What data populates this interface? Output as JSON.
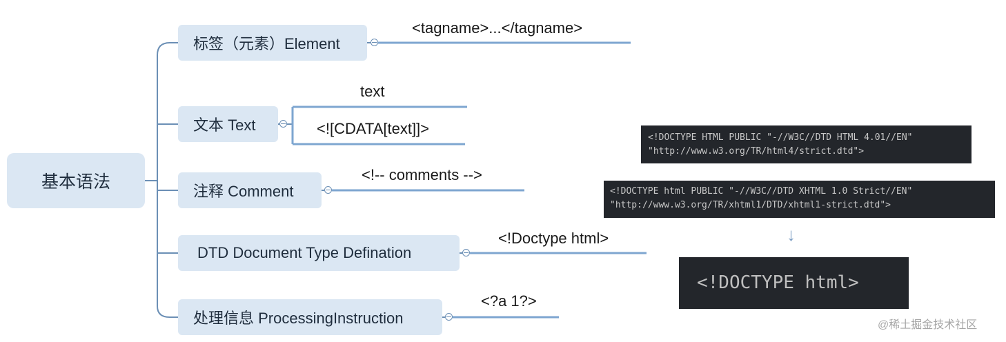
{
  "root": {
    "label": "基本语法"
  },
  "branches": {
    "element": {
      "label": "标签（元素）Element",
      "leaves": [
        "<tagname>...</tagname>"
      ]
    },
    "text": {
      "label": "文本 Text",
      "leaves": [
        "text",
        "<![CDATA[text]]>"
      ]
    },
    "comment": {
      "label": "注释 Comment",
      "leaves": [
        "<!-- comments -->"
      ]
    },
    "dtd": {
      "label": "DTD Document Type Defination",
      "leaves": [
        "<!Doctype html>"
      ]
    },
    "pi": {
      "label": "处理信息 ProcessingInstruction",
      "leaves": [
        "<?a 1?>"
      ]
    }
  },
  "code_blocks": {
    "html4": [
      "<!DOCTYPE HTML PUBLIC \"-//W3C//DTD HTML 4.01//EN\"",
      "\"http://www.w3.org/TR/html4/strict.dtd\">"
    ],
    "xhtml": [
      "<!DOCTYPE html PUBLIC \"-//W3C//DTD XHTML 1.0 Strict//EN\"",
      "\"http://www.w3.org/TR/xhtml1/DTD/xhtml1-strict.dtd\">"
    ],
    "html5": "<!DOCTYPE html>"
  },
  "arrow_glyph": "↓",
  "watermark": "@稀土掘金技术社区",
  "colors": {
    "node_fill": "#dbe7f3",
    "connector": "#6b8fb5",
    "leaf_underline": "#7ea6d0",
    "code_background": "#23262b"
  }
}
